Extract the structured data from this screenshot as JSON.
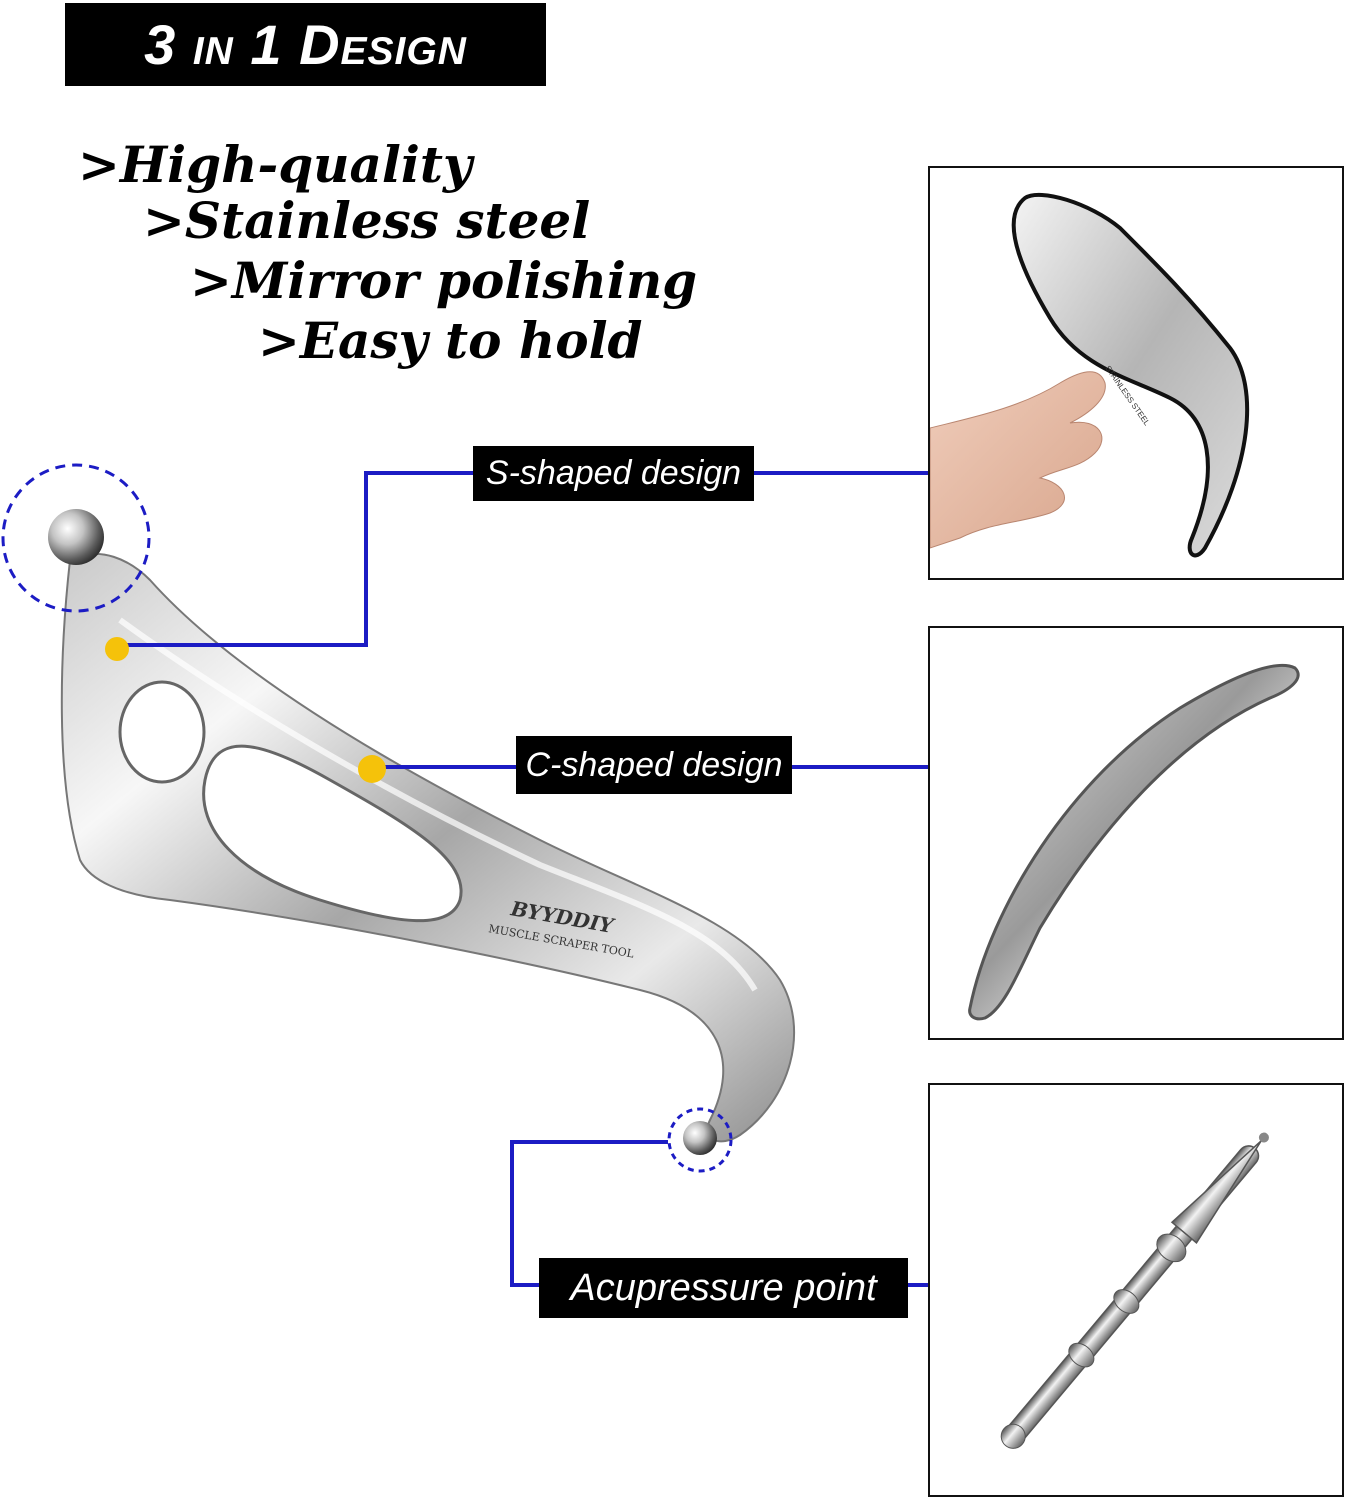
{
  "banner": {
    "title": "3 in 1 Design"
  },
  "features": [
    ">High-quality",
    ">Stainless steel",
    ">Mirror polishing",
    ">Easy to hold"
  ],
  "callouts": {
    "s_shaped": "S-shaped design",
    "c_shaped": "C-shaped design",
    "acupressure": "Acupressure point"
  },
  "tool_engraving": {
    "brand": "BYYDDIY",
    "subtitle": "MUSCLE SCRAPER TOOL"
  },
  "photo_engraving": "STAINLESS STEEL",
  "colors": {
    "line_blue": "#1c1cc4",
    "dot_yellow": "#f5c20a",
    "steel_light": "#f2f2f2",
    "steel_dark": "#8a8a8a"
  }
}
